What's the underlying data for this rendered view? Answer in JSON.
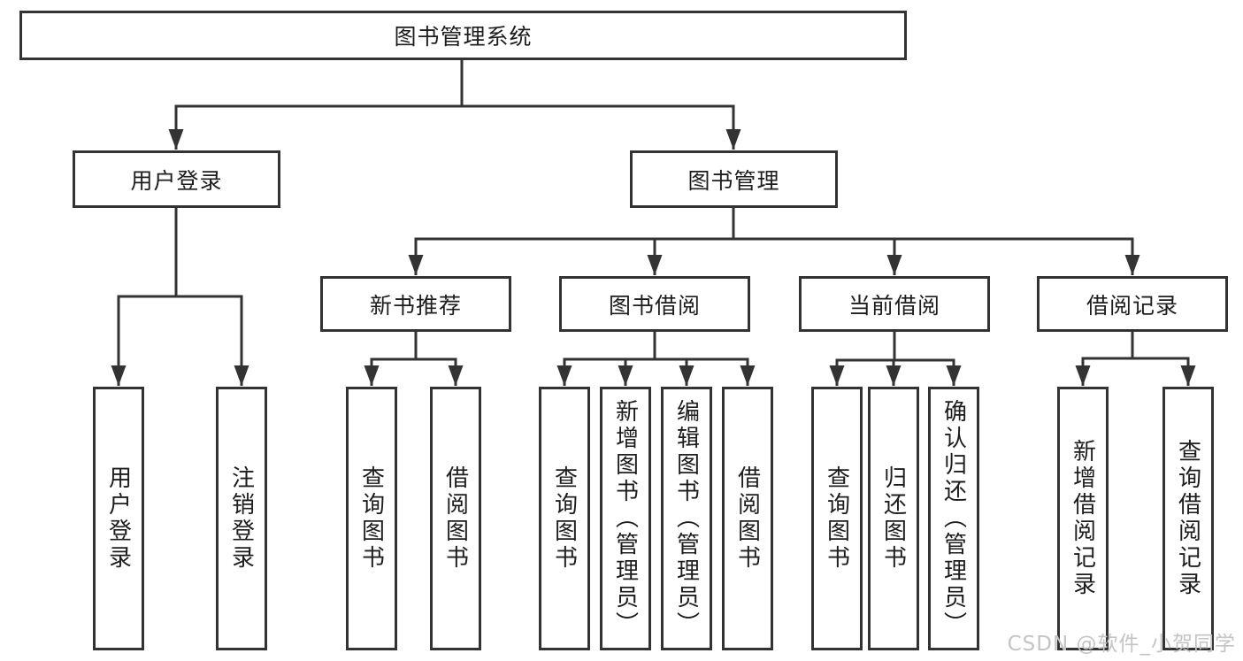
{
  "tree": {
    "root": {
      "label": "图书管理系统"
    },
    "branches": [
      {
        "label": "用户登录",
        "children": [
          {
            "label": "用户登录"
          },
          {
            "label": "注销登录"
          }
        ]
      },
      {
        "label": "图书管理",
        "sections": [
          {
            "label": "新书推荐",
            "children": [
              {
                "label": "查询图书"
              },
              {
                "label": "借阅图书"
              }
            ]
          },
          {
            "label": "图书借阅",
            "children": [
              {
                "label": "查询图书"
              },
              {
                "label": "新增图书（管理员）"
              },
              {
                "label": "编辑图书（管理员）"
              },
              {
                "label": "借阅图书"
              }
            ]
          },
          {
            "label": "当前借阅",
            "children": [
              {
                "label": "查询图书"
              },
              {
                "label": "归还图书"
              },
              {
                "label": "确认归还（管理员）"
              }
            ]
          },
          {
            "label": "借阅记录",
            "children": [
              {
                "label": "新增借阅记录"
              },
              {
                "label": "查询借阅记录"
              }
            ]
          }
        ]
      }
    ]
  },
  "watermark": {
    "text": "CSDN @软件_小贺同学"
  },
  "colors": {
    "line": "#333333",
    "text": "#1d1d1d",
    "background": "#ffffff",
    "watermark": "#c4c4c4"
  }
}
